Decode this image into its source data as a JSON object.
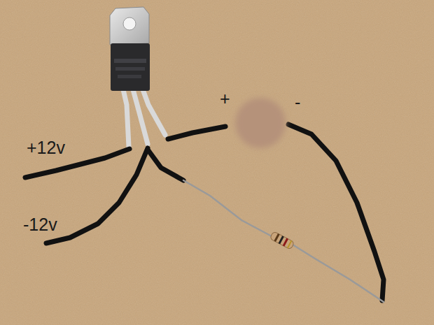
{
  "diagram": {
    "labels": [
      "+12v",
      "-12v",
      "+",
      "-"
    ]
  }
}
